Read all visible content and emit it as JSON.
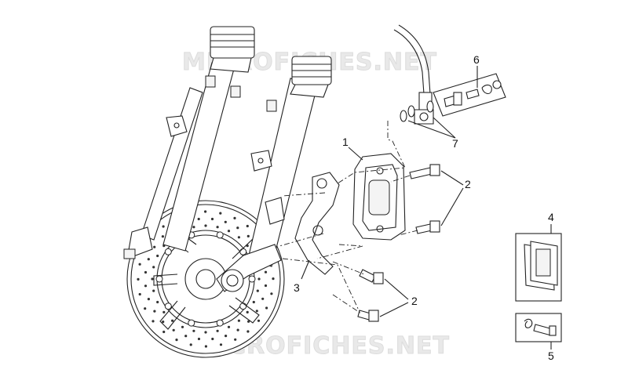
{
  "watermarks": [
    "MICROFICHES.NET",
    "MICROFICHES.NET"
  ],
  "callouts": [
    {
      "id": "1",
      "label": "1"
    },
    {
      "id": "2a",
      "label": "2"
    },
    {
      "id": "2b",
      "label": "2"
    },
    {
      "id": "3",
      "label": "3"
    },
    {
      "id": "4",
      "label": "4"
    },
    {
      "id": "5",
      "label": "5"
    },
    {
      "id": "6",
      "label": "6"
    },
    {
      "id": "7",
      "label": "7"
    }
  ]
}
